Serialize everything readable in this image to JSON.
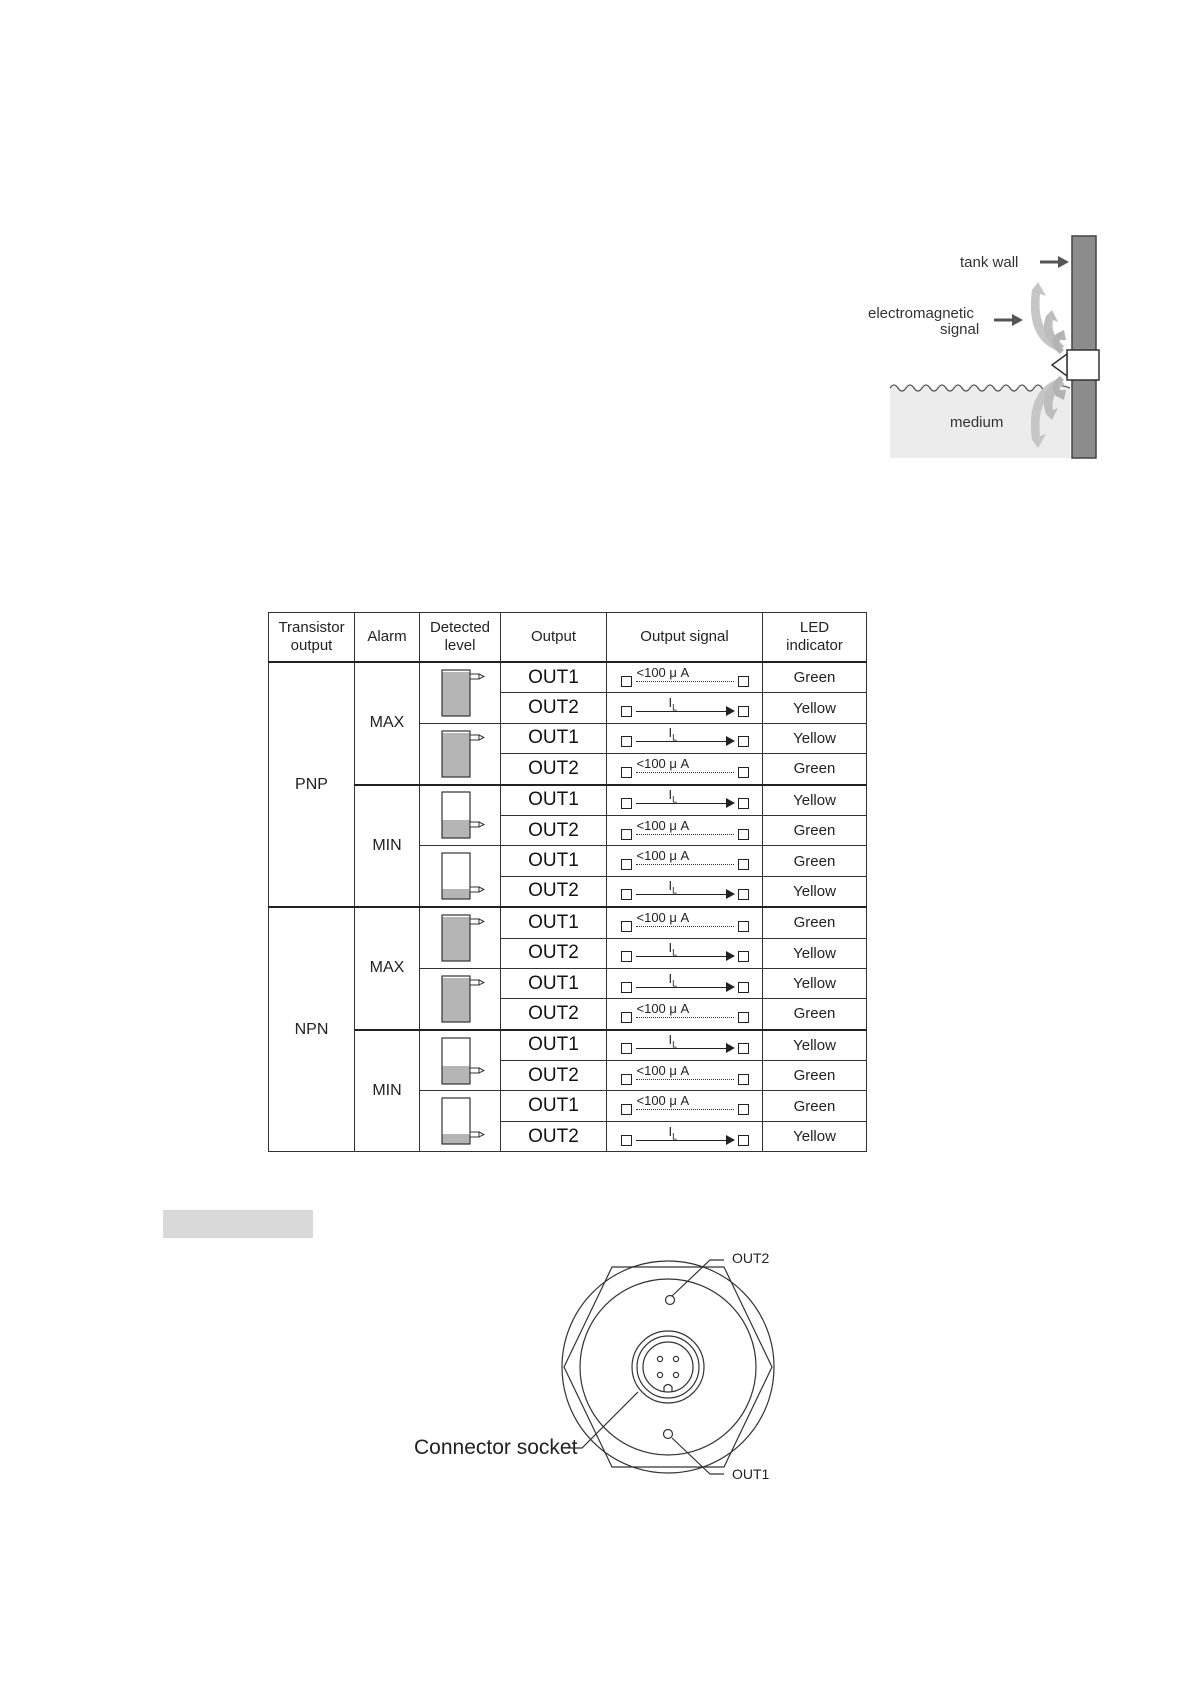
{
  "diagram": {
    "tank_wall_label": "tank  wall",
    "signal_label_line1": "electromagnetic",
    "signal_label_line2": "signal",
    "medium_label": "medium"
  },
  "table": {
    "headers": {
      "transistor": [
        "Transistor",
        "output"
      ],
      "alarm": "Alarm",
      "detected": [
        "Detected",
        "level"
      ],
      "output": "Output",
      "signal": "Output signal",
      "led": [
        "LED",
        "indicator"
      ]
    },
    "groups": {
      "pnp": "PNP",
      "npn": "NPN",
      "pnp_max": "MAX",
      "pnp_min": "MIN",
      "npn_max": "MAX",
      "npn_min": "MIN"
    },
    "leakage_label": "<100 μ A",
    "load_current_label": "I",
    "load_current_sub": "L",
    "rows": [
      {
        "output": "OUT1",
        "signal": "leak",
        "led": "Green"
      },
      {
        "output": "OUT2",
        "signal": "load",
        "led": "Yellow"
      },
      {
        "output": "OUT1",
        "signal": "load",
        "led": "Yellow"
      },
      {
        "output": "OUT2",
        "signal": "leak",
        "led": "Green"
      },
      {
        "output": "OUT1",
        "signal": "load",
        "led": "Yellow"
      },
      {
        "output": "OUT2",
        "signal": "leak",
        "led": "Green"
      },
      {
        "output": "OUT1",
        "signal": "leak",
        "led": "Green"
      },
      {
        "output": "OUT2",
        "signal": "load",
        "led": "Yellow"
      },
      {
        "output": "OUT1",
        "signal": "leak",
        "led": "Green"
      },
      {
        "output": "OUT2",
        "signal": "load",
        "led": "Yellow"
      },
      {
        "output": "OUT1",
        "signal": "load",
        "led": "Yellow"
      },
      {
        "output": "OUT2",
        "signal": "leak",
        "led": "Green"
      },
      {
        "output": "OUT1",
        "signal": "load",
        "led": "Yellow"
      },
      {
        "output": "OUT2",
        "signal": "leak",
        "led": "Green"
      },
      {
        "output": "OUT1",
        "signal": "leak",
        "led": "Green"
      },
      {
        "output": "OUT2",
        "signal": "load",
        "led": "Yellow"
      }
    ],
    "levels": [
      "high",
      "high",
      "mid",
      "low",
      "high",
      "high",
      "mid",
      "low"
    ]
  },
  "connector": {
    "out2_label": "OUT2",
    "out1_label": "OUT1",
    "socket_label": "Connector socket"
  }
}
